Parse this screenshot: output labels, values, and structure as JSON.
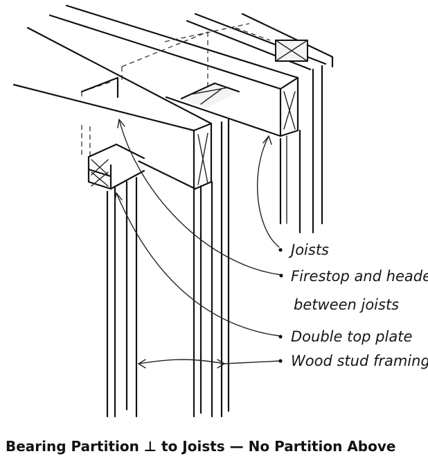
{
  "labels": {
    "joists": "Joists",
    "firestop_line1": "Firestop and header",
    "firestop_line2": "between joists",
    "double_top_plate": "Double top plate",
    "wood_stud_framing": "Wood stud framing"
  },
  "caption": "Bearing Partition ⊥ to Joists — No Partition Above",
  "colors": {
    "ink": "#111111",
    "paper": "#ffffff"
  }
}
